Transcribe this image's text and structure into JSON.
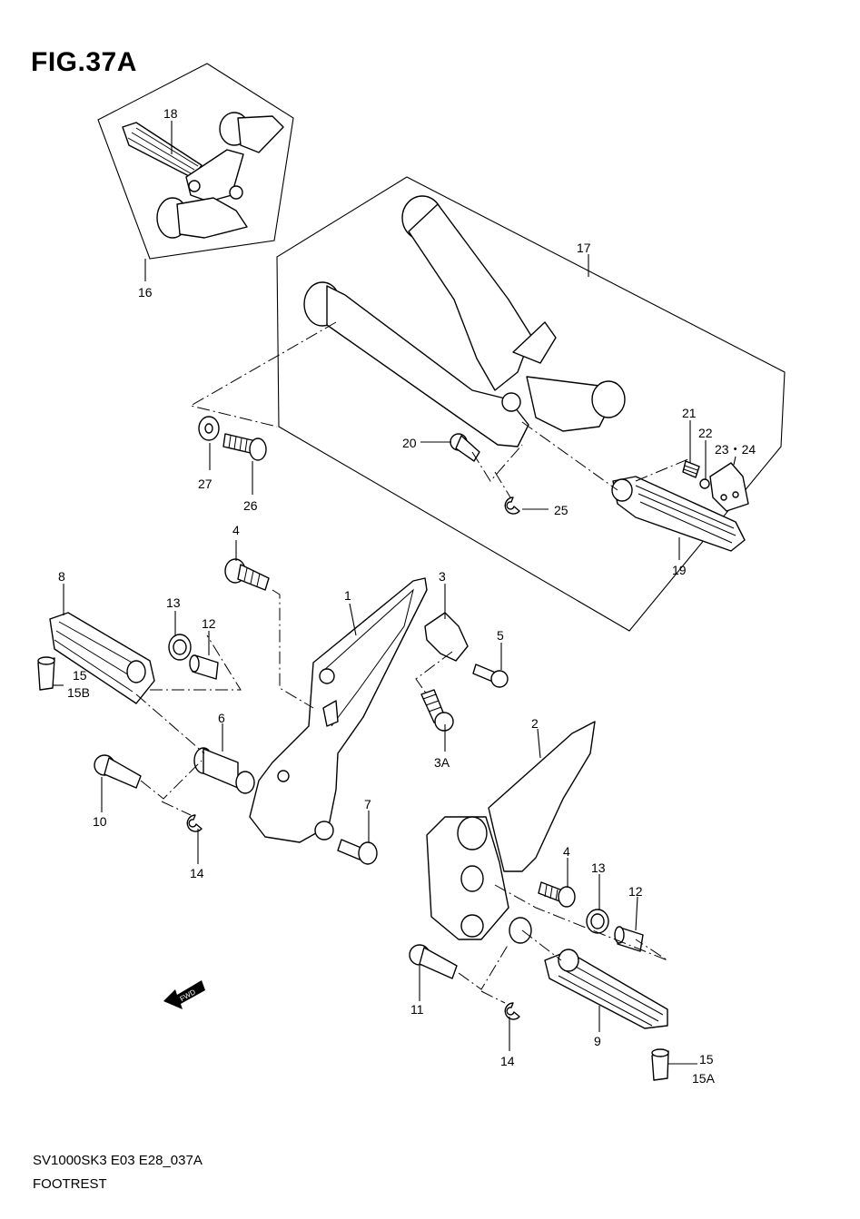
{
  "figure": {
    "title": "FIG.37A"
  },
  "footer": {
    "model_code": "SV1000SK3 E03 E28_037A",
    "name": "FOOTREST"
  },
  "fwd_mark": "FWD",
  "callouts": {
    "c18": "18",
    "c16": "16",
    "c17": "17",
    "c20": "20",
    "c21": "21",
    "c22": "22",
    "c23_24": "23・24",
    "c19": "19",
    "c25": "25",
    "c27": "27",
    "c26": "26",
    "c4a": "4",
    "c8": "8",
    "c13a": "13",
    "c12a": "12",
    "c15a": "15",
    "c15b": "15B",
    "c1": "1",
    "c3": "3",
    "c5": "5",
    "c3a": "3A",
    "c6": "6",
    "c10": "10",
    "c14a": "14",
    "c7": "7",
    "c2": "2",
    "c4b": "4",
    "c13b": "13",
    "c12b": "12",
    "c11": "11",
    "c9": "9",
    "c14b": "14",
    "c15c": "15",
    "c15d": "15A"
  }
}
